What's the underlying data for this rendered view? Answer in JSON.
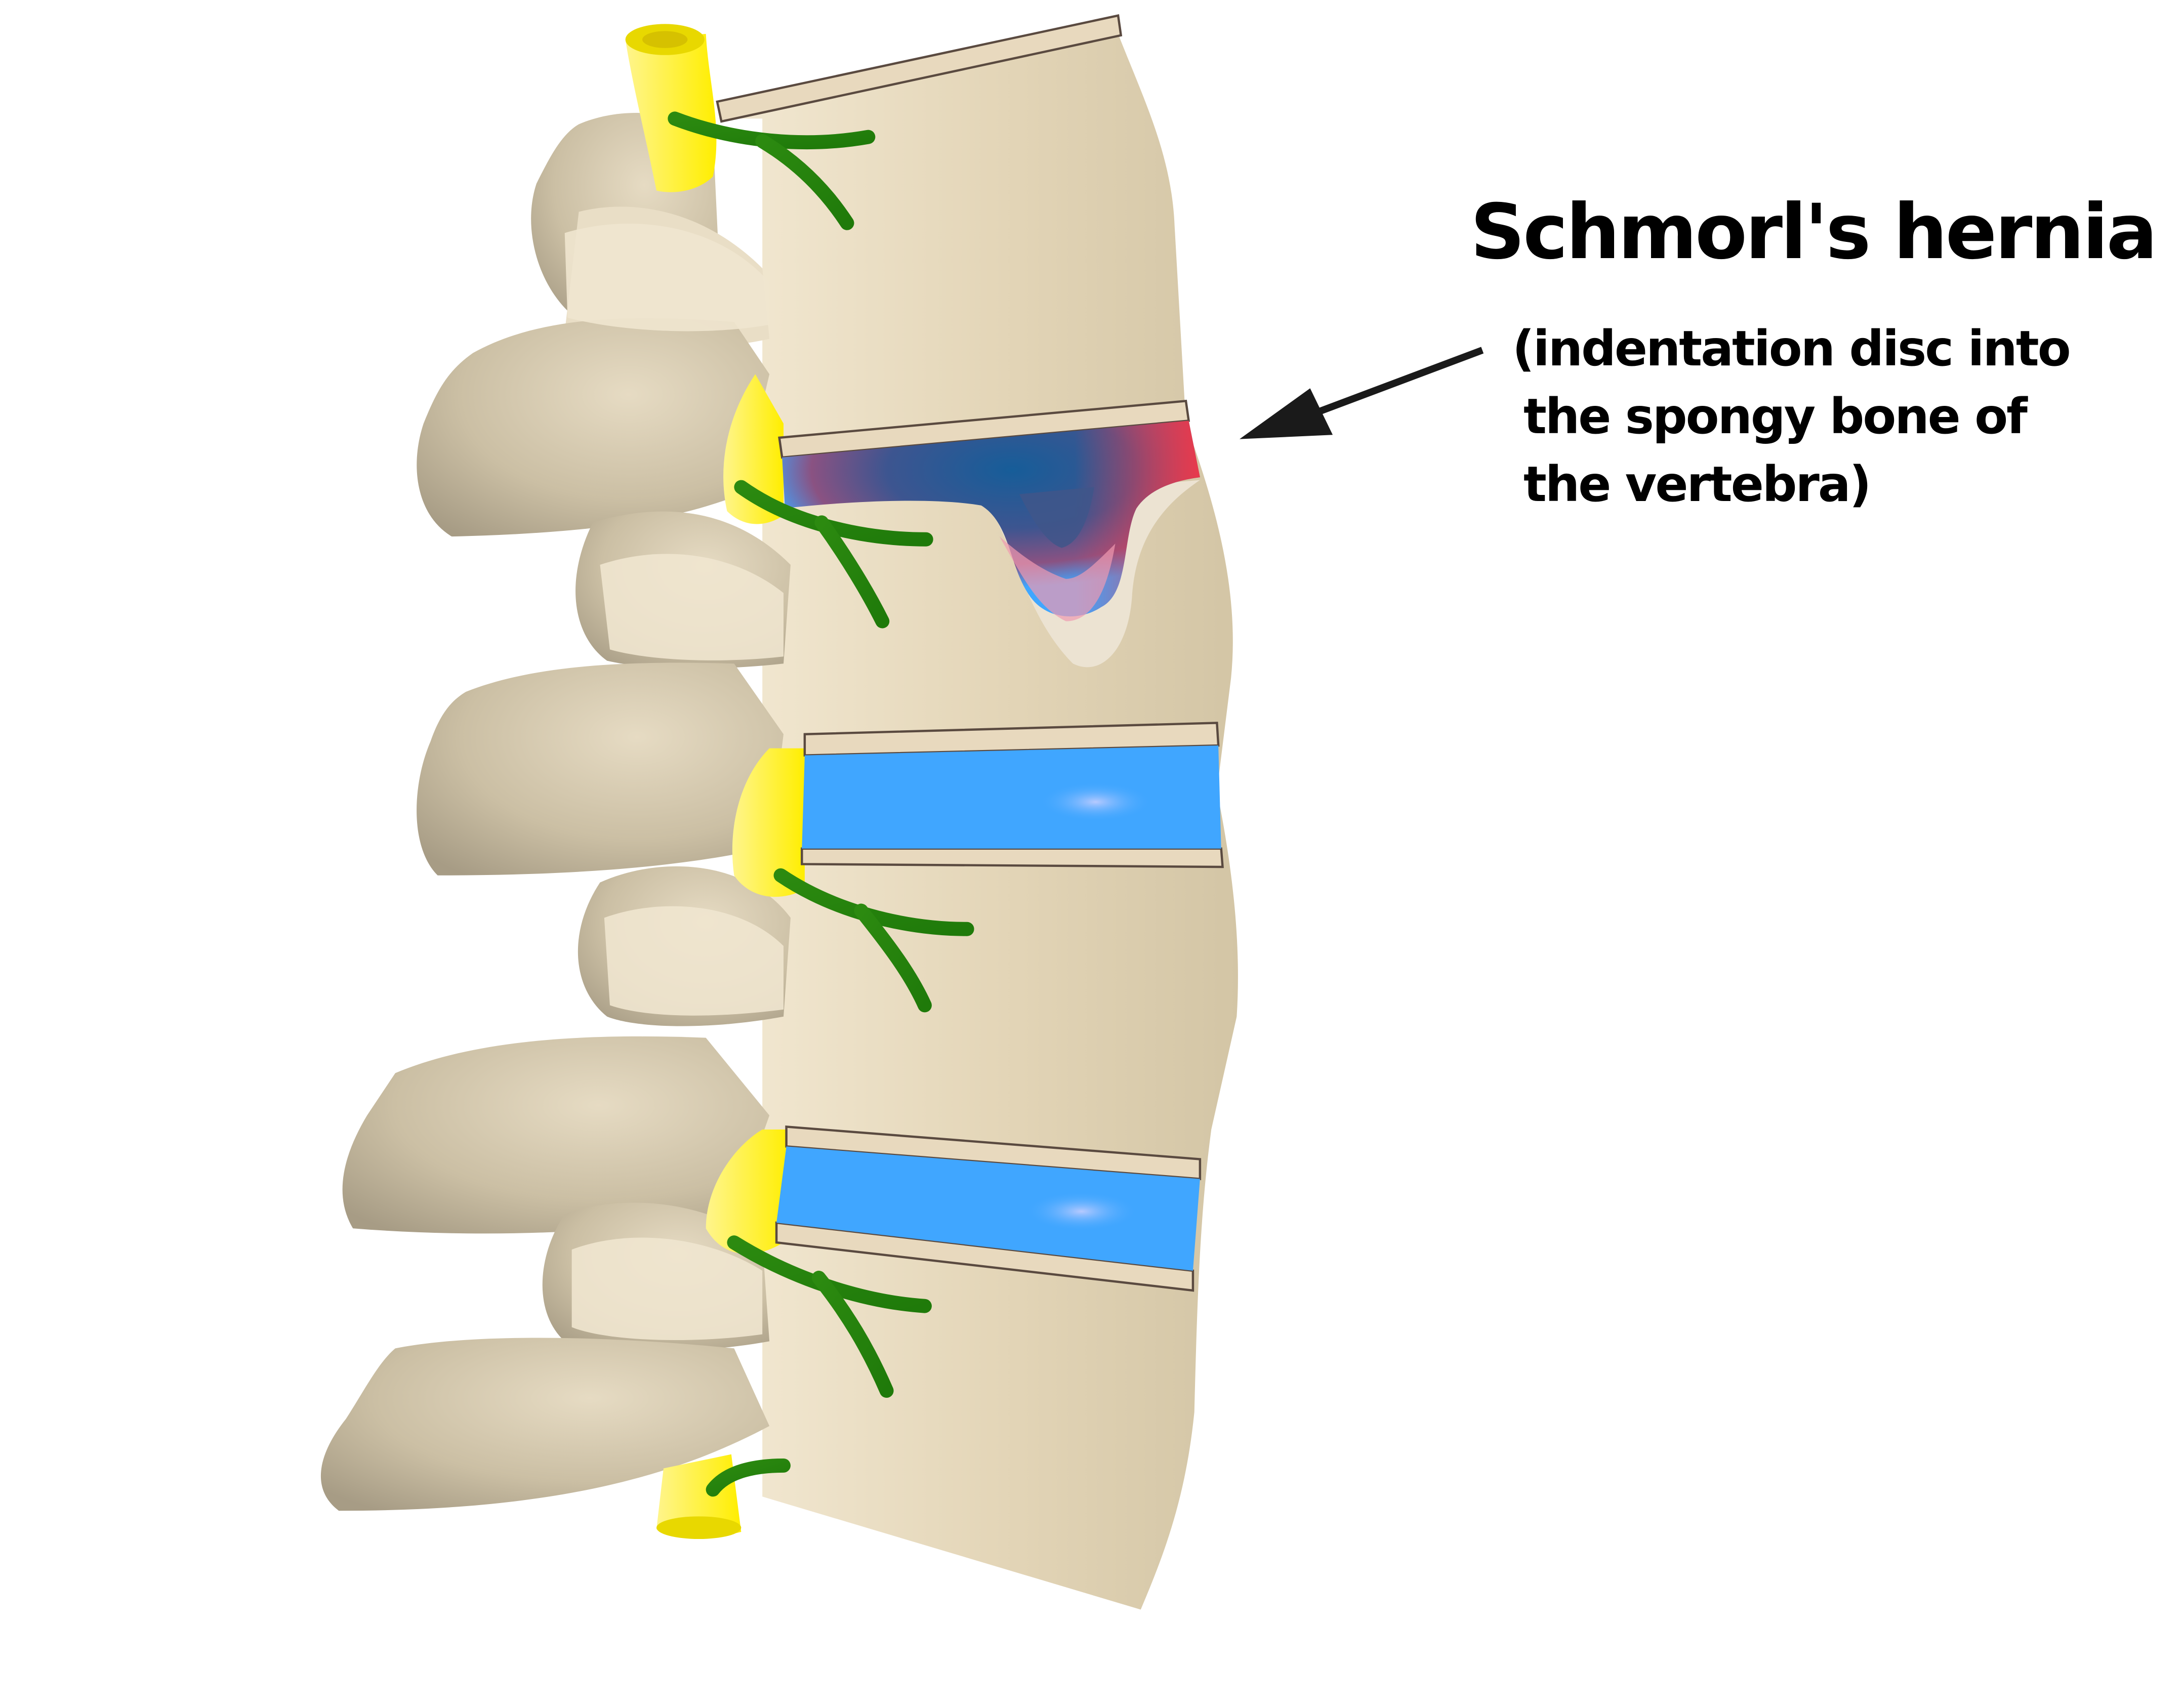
{
  "diagram": {
    "title": "Schmorl's hernia",
    "subtitle_lines": [
      "(indentation disc into",
      "the spongy bone of",
      "the vertebra)"
    ],
    "subject": "lateral view of lumbar spine segment",
    "components": {
      "vertebral_bodies": 4,
      "intervertebral_discs": 3,
      "herniated_disc_index": 1,
      "spinal_nerve_roots": 5
    },
    "colors": {
      "bone": "#d4c6a6",
      "bone_light": "#f2e8d2",
      "endplate": "#e8d9be",
      "disc": "#40a6ff",
      "disc_highlight": "#b3c8ff",
      "herniation_dark": "#165d99",
      "herniation_red": "#e83a4c",
      "spinal_cord": "#ffee00",
      "nerve": "#2a8a10",
      "arrow": "#1a1a1a",
      "text": "#000000"
    }
  }
}
